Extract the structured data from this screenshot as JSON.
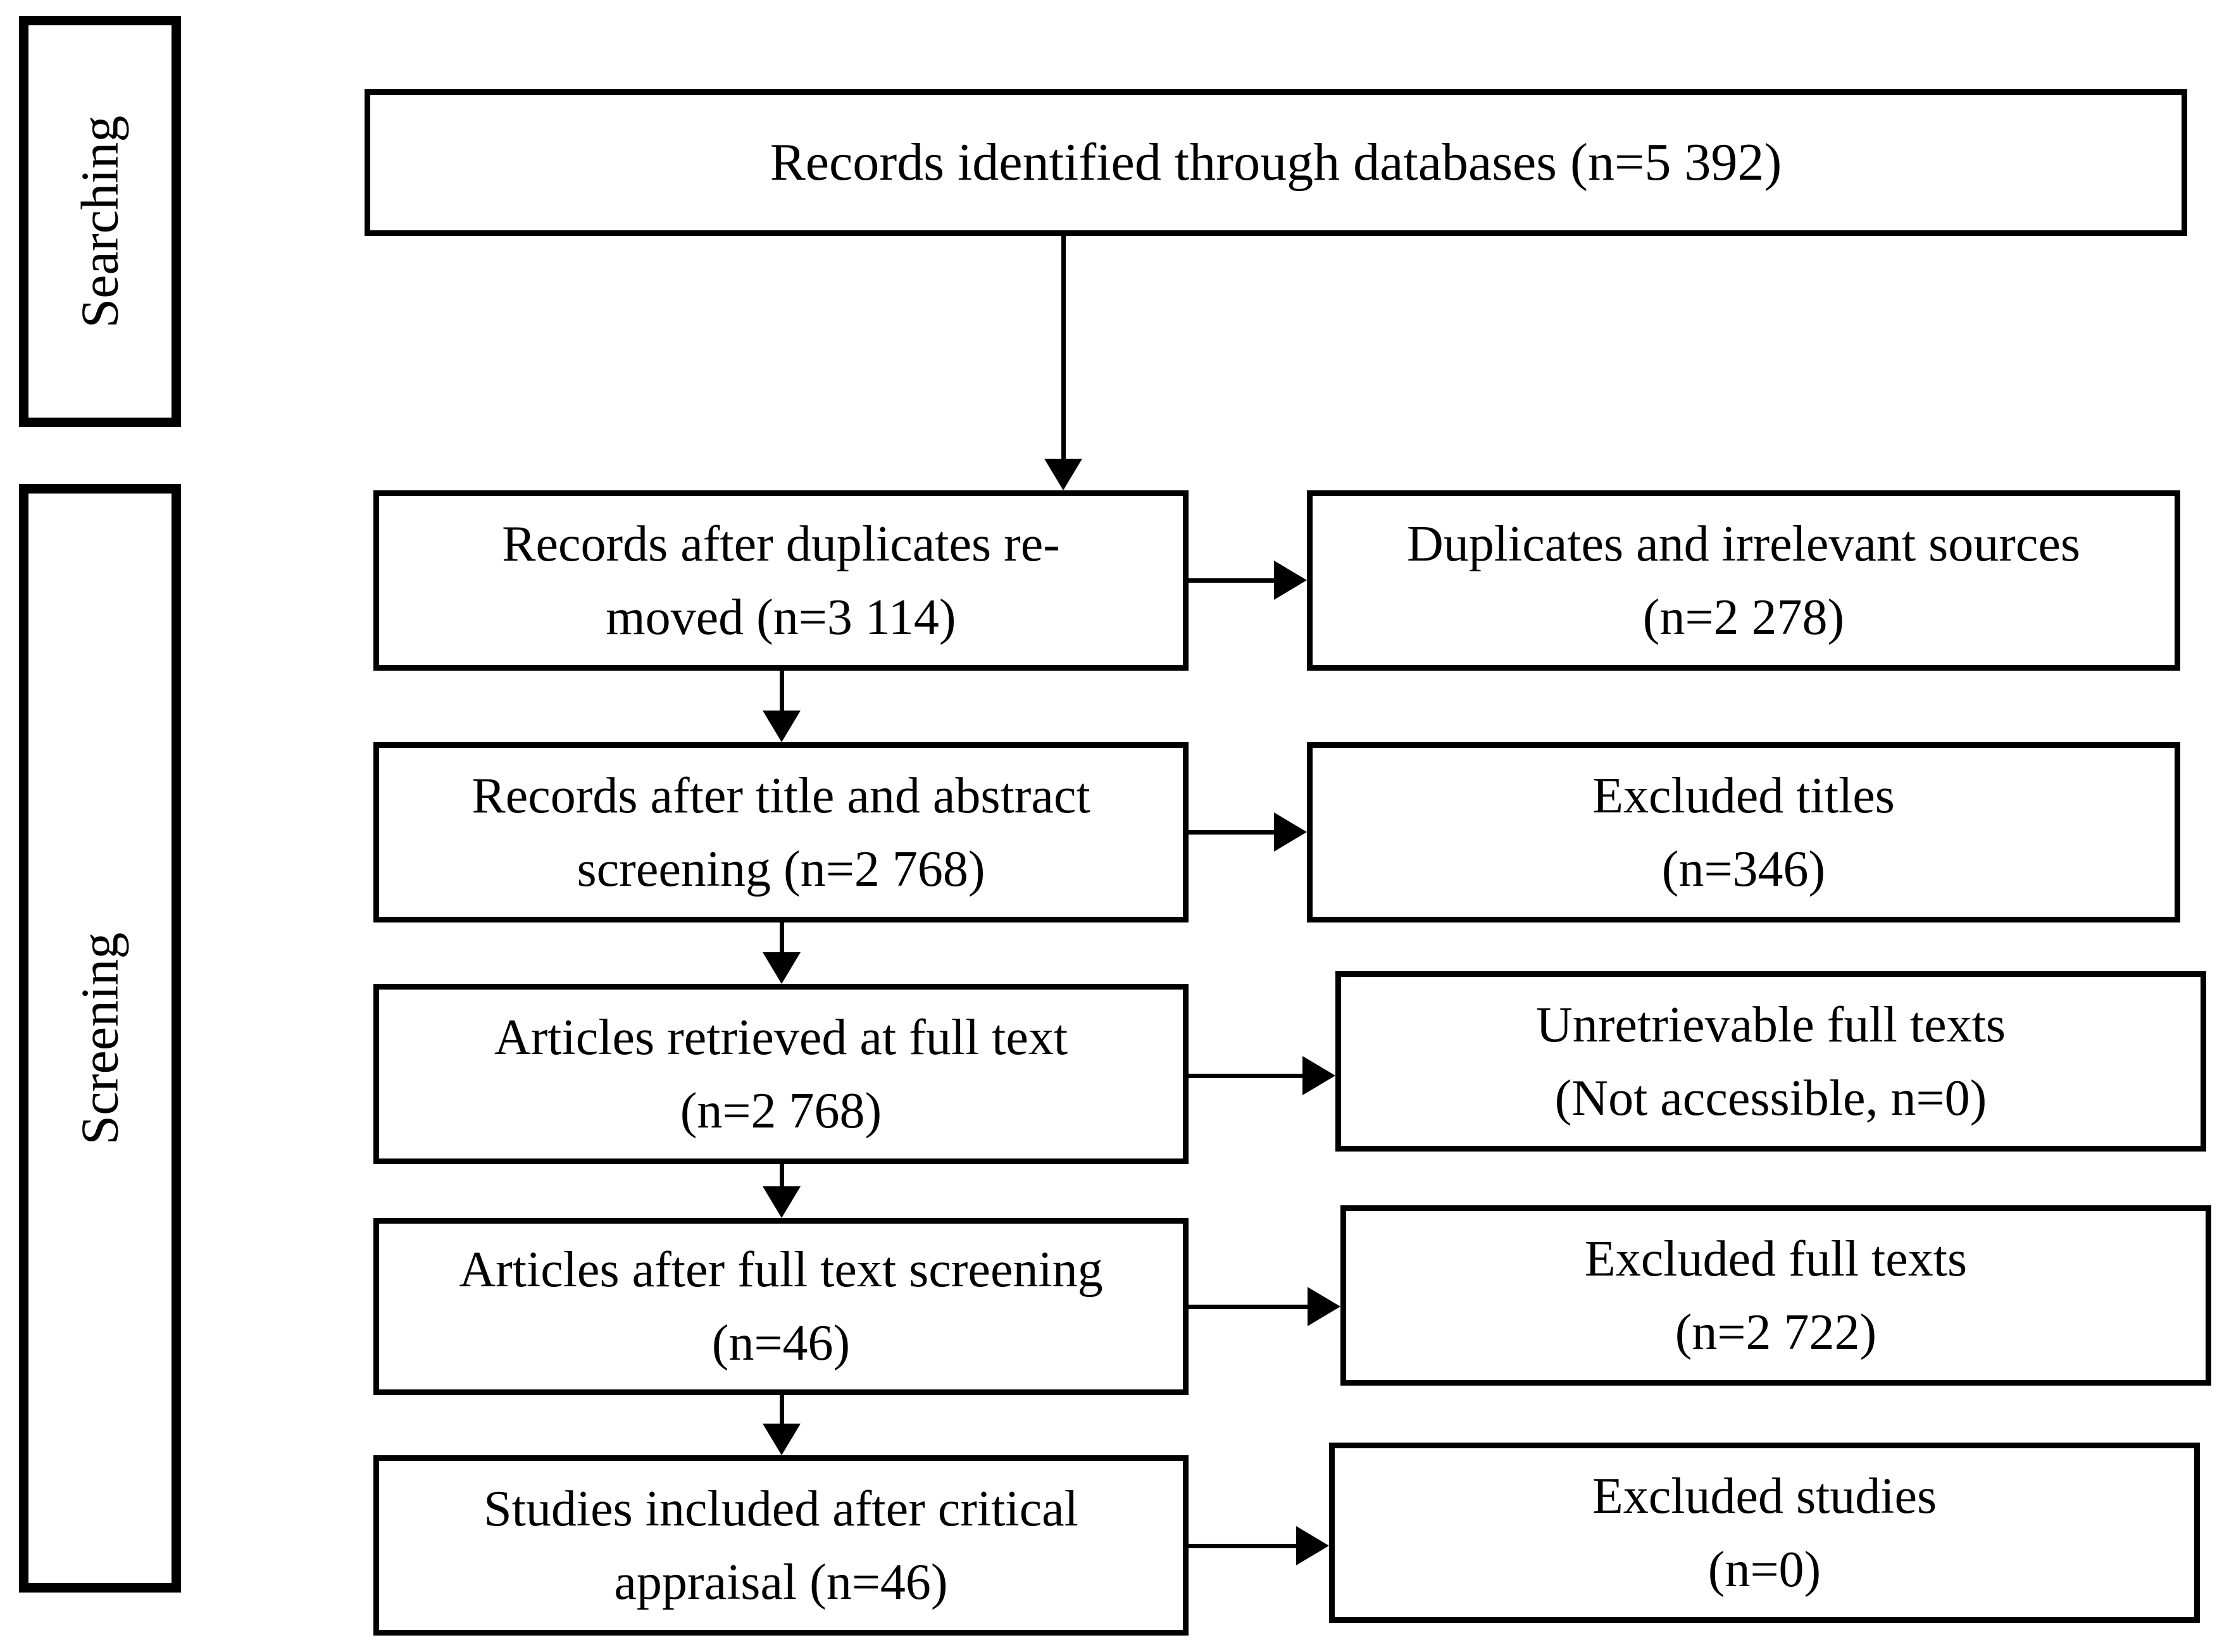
{
  "figure": {
    "type": "prisma-flow-diagram",
    "colors": {
      "border": "#000000",
      "text": "#000000",
      "background": "#ffffff"
    },
    "stages": {
      "searching": "Searching",
      "screening": "Screening"
    },
    "nodes": {
      "identified": {
        "lines": [
          "Records identified through databases (n=5 392)"
        ]
      },
      "after_duplicates": {
        "lines": [
          "Records after duplicates re-",
          "moved (n=3 114)"
        ]
      },
      "duplicates_excluded": {
        "lines": [
          "Duplicates and irrelevant sources",
          "(n=2 278)"
        ]
      },
      "after_title_abstract": {
        "lines": [
          "Records after title and abstract",
          "screening (n=2 768)"
        ]
      },
      "excluded_titles": {
        "lines": [
          "Excluded titles",
          "(n=346)"
        ]
      },
      "retrieved_full_text": {
        "lines": [
          "Articles retrieved at full text",
          "(n=2 768)"
        ]
      },
      "unretrievable_full_texts": {
        "lines": [
          "Unretrievable full texts",
          "(Not accessible, n=0)"
        ]
      },
      "after_full_text": {
        "lines": [
          "Articles after full text screening",
          "(n=46)"
        ]
      },
      "excluded_full_texts": {
        "lines": [
          "Excluded full texts",
          "(n=2 722)"
        ]
      },
      "included_after_appraisal": {
        "lines": [
          "Studies included after critical",
          "appraisal (n=46)"
        ]
      },
      "excluded_studies": {
        "lines": [
          "Excluded studies",
          "(n=0)"
        ]
      }
    }
  }
}
